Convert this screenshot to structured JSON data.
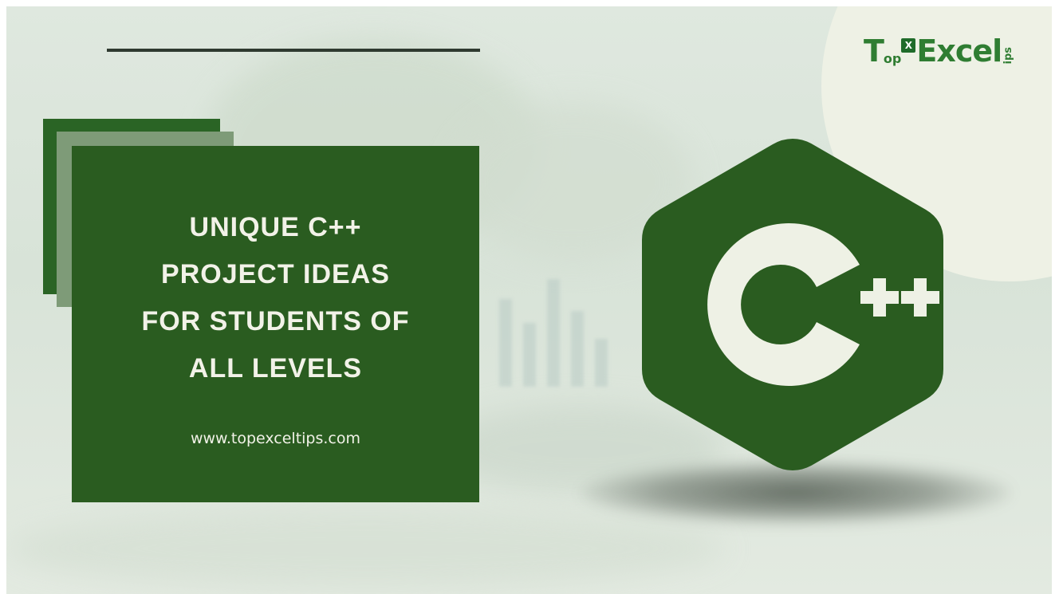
{
  "brand": {
    "logo_letter_t": "T",
    "logo_letters_op": "op",
    "logo_badge": "X",
    "logo_word": "Excel",
    "logo_vertical": "ips",
    "green": "#2a5c20",
    "accent_green": "#2f7d32",
    "cream": "#eef1e5"
  },
  "hero": {
    "headline_lines": [
      "UNIQUE C++",
      "PROJECT IDEAS",
      "FOR STUDENTS OF",
      "ALL LEVELS"
    ],
    "url": "www.topexceltips.com"
  },
  "icons": {
    "language_logo": "cpp-hexagon-logo",
    "language_logo_text": "C++"
  }
}
